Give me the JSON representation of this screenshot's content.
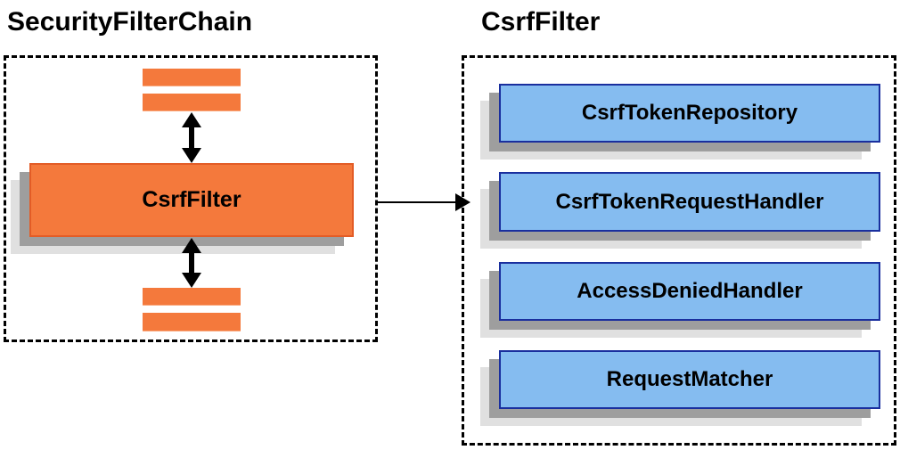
{
  "diagram": {
    "left_panel": {
      "title": "SecurityFilterChain",
      "filter_box_label": "CsrfFilter"
    },
    "right_panel": {
      "title": "CsrfFilter",
      "components": [
        {
          "label": "CsrfTokenRepository"
        },
        {
          "label": "CsrfTokenRequestHandler"
        },
        {
          "label": "AccessDeniedHandler"
        },
        {
          "label": "RequestMatcher"
        }
      ]
    },
    "colors": {
      "orange_fill": "#F4793C",
      "orange_border": "#E35C26",
      "blue_fill": "#85BCF0",
      "blue_border": "#1A2F9E",
      "shadow_dark": "#9E9E9E",
      "shadow_light": "#E0E0E0",
      "line_color": "#000000"
    }
  }
}
